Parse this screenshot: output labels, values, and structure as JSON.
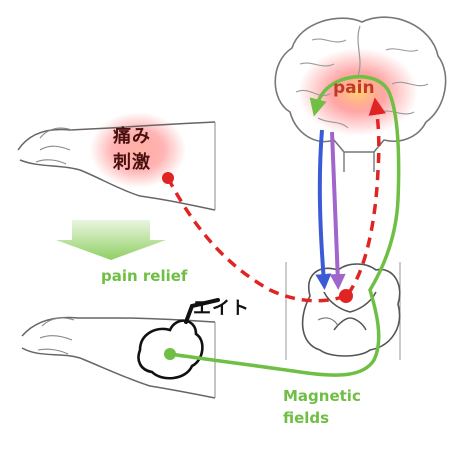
{
  "labels": {
    "brain": "pain",
    "stimulus_line1": "痛み",
    "stimulus_line2": "刺激",
    "relief": "pain relief",
    "device": "エイト",
    "magnetic_line1": "Magnetic",
    "magnetic_line2": "fields"
  },
  "colors": {
    "pain_signal": "#e02424",
    "descending_blue": "#3b5bd6",
    "descending_purple": "#a066cc",
    "magnetic_field": "#6fbf44",
    "glow": "#ff6b6b",
    "outline": "#777777"
  },
  "icons": {
    "brain": "brain-icon",
    "spinal_cord": "spinal-cord-cross-section-icon",
    "arm": "arm-outline-icon",
    "arrow": "down-arrow-icon",
    "device": "magnetic-device-icon"
  }
}
